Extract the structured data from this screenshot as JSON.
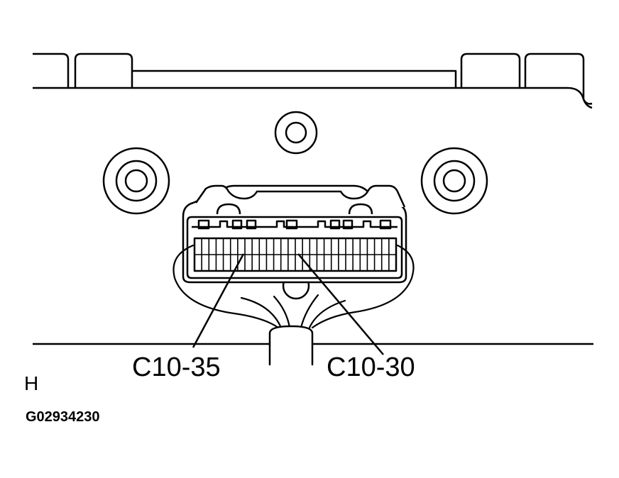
{
  "labels": {
    "pin_left": "C10-35",
    "pin_right": "C10-30",
    "view_letter": "H",
    "figure_code": "G02934230"
  },
  "colors": {
    "line": "#000000",
    "background": "#ffffff"
  },
  "connector": {
    "pin_count": 28
  }
}
